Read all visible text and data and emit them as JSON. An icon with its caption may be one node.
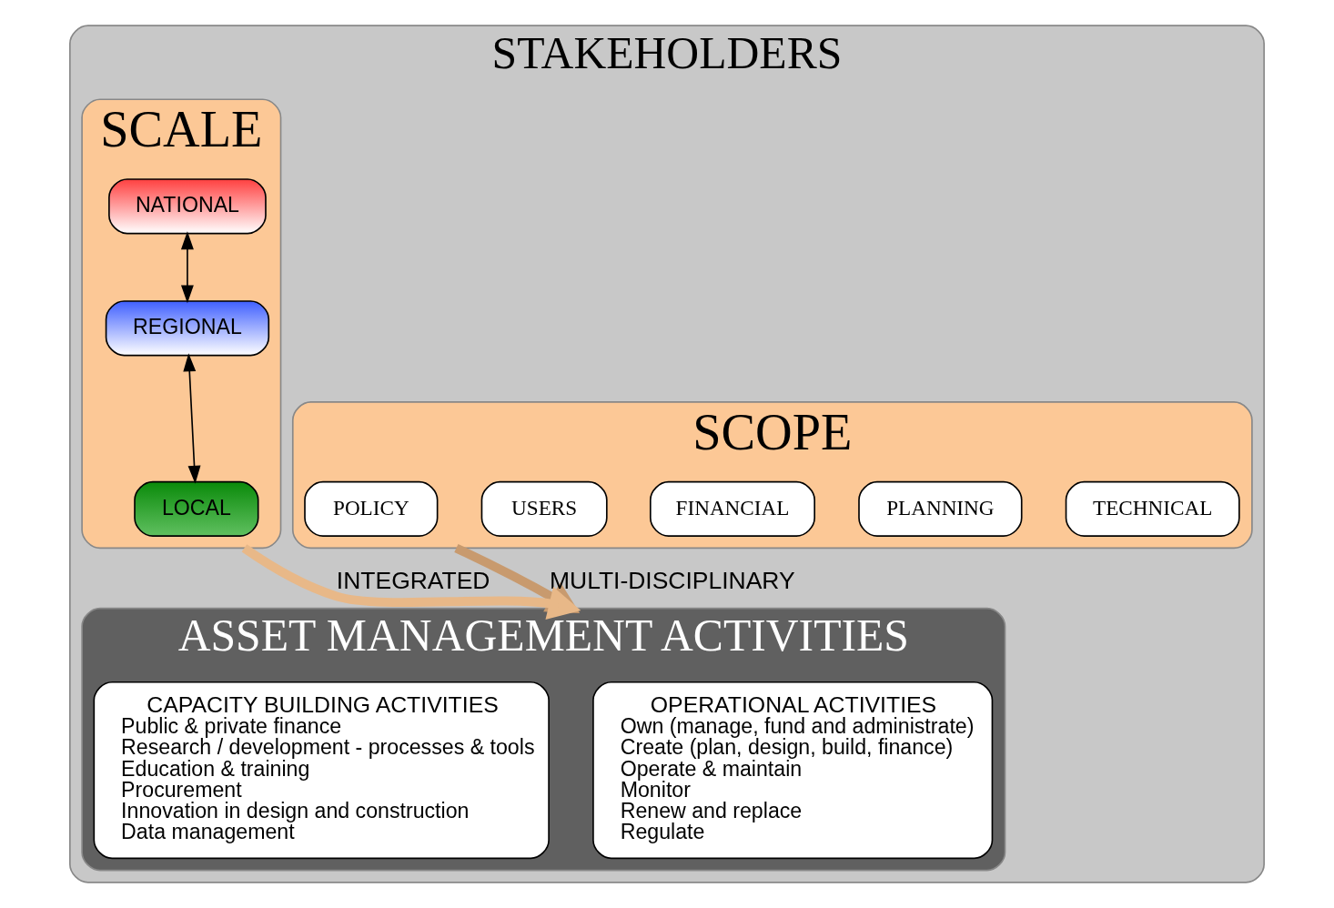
{
  "diagram": {
    "nodes": [
      {
        "text": [
          "STAKEHOLDERS"
        ]
      },
      {
        "text": [
          "SCOPE"
        ],
        "in": 0
      },
      {
        "text": [
          "TECHNICAL"
        ],
        "in": 1
      },
      {
        "text": [
          "PLANNING"
        ],
        "in": 1
      },
      {
        "text": [
          "FINANCIAL"
        ],
        "in": 1
      },
      {
        "text": [
          "USERS"
        ],
        "in": 1
      },
      {
        "text": [
          "POLICY"
        ],
        "in": 1
      },
      {
        "text": [
          "SCALE"
        ],
        "in": 0
      },
      {
        "text": [
          "NATIONAL"
        ],
        "in": 7
      },
      {
        "text": [
          "REGIONAL"
        ],
        "in": 7
      },
      {
        "text": [
          "LOCAL"
        ],
        "in": 7
      },
      {
        "text": [
          "ASSET MANAGEMENT ACTIVITIES"
        ],
        "in": 0
      },
      {
        "text": [
          "OPERATIONAL ACTIVITIES",
          "Own (manage, fund and administrate)",
          "Create (plan, design, build, finance)",
          "Operate & maintain",
          "Monitor",
          "Renew and replace",
          "Regulate"
        ],
        "in": 11
      },
      {
        "text": [
          "CAPACITY BUILDING ACTIVITIES",
          "Public & private finance",
          "Research / development - processes & tools",
          "Education & training",
          "Procurement",
          "Innovation in design and construction",
          "Data management"
        ],
        "in": 11
      }
    ],
    "edges": [
      {
        "from": 1,
        "to": 11,
        "arrow": "to",
        "label": "MULTI-DISCIPLINARY",
        "style": "thick",
        "color": "#c89a6e"
      },
      {
        "from": 7,
        "to": 11,
        "arrow": "to",
        "label": "INTEGRATED",
        "style": "thick",
        "color": "#e8b888"
      },
      {
        "from": 8,
        "to": 9,
        "arrow": "both"
      },
      {
        "from": 9,
        "to": 10,
        "arrow": "both"
      }
    ]
  }
}
